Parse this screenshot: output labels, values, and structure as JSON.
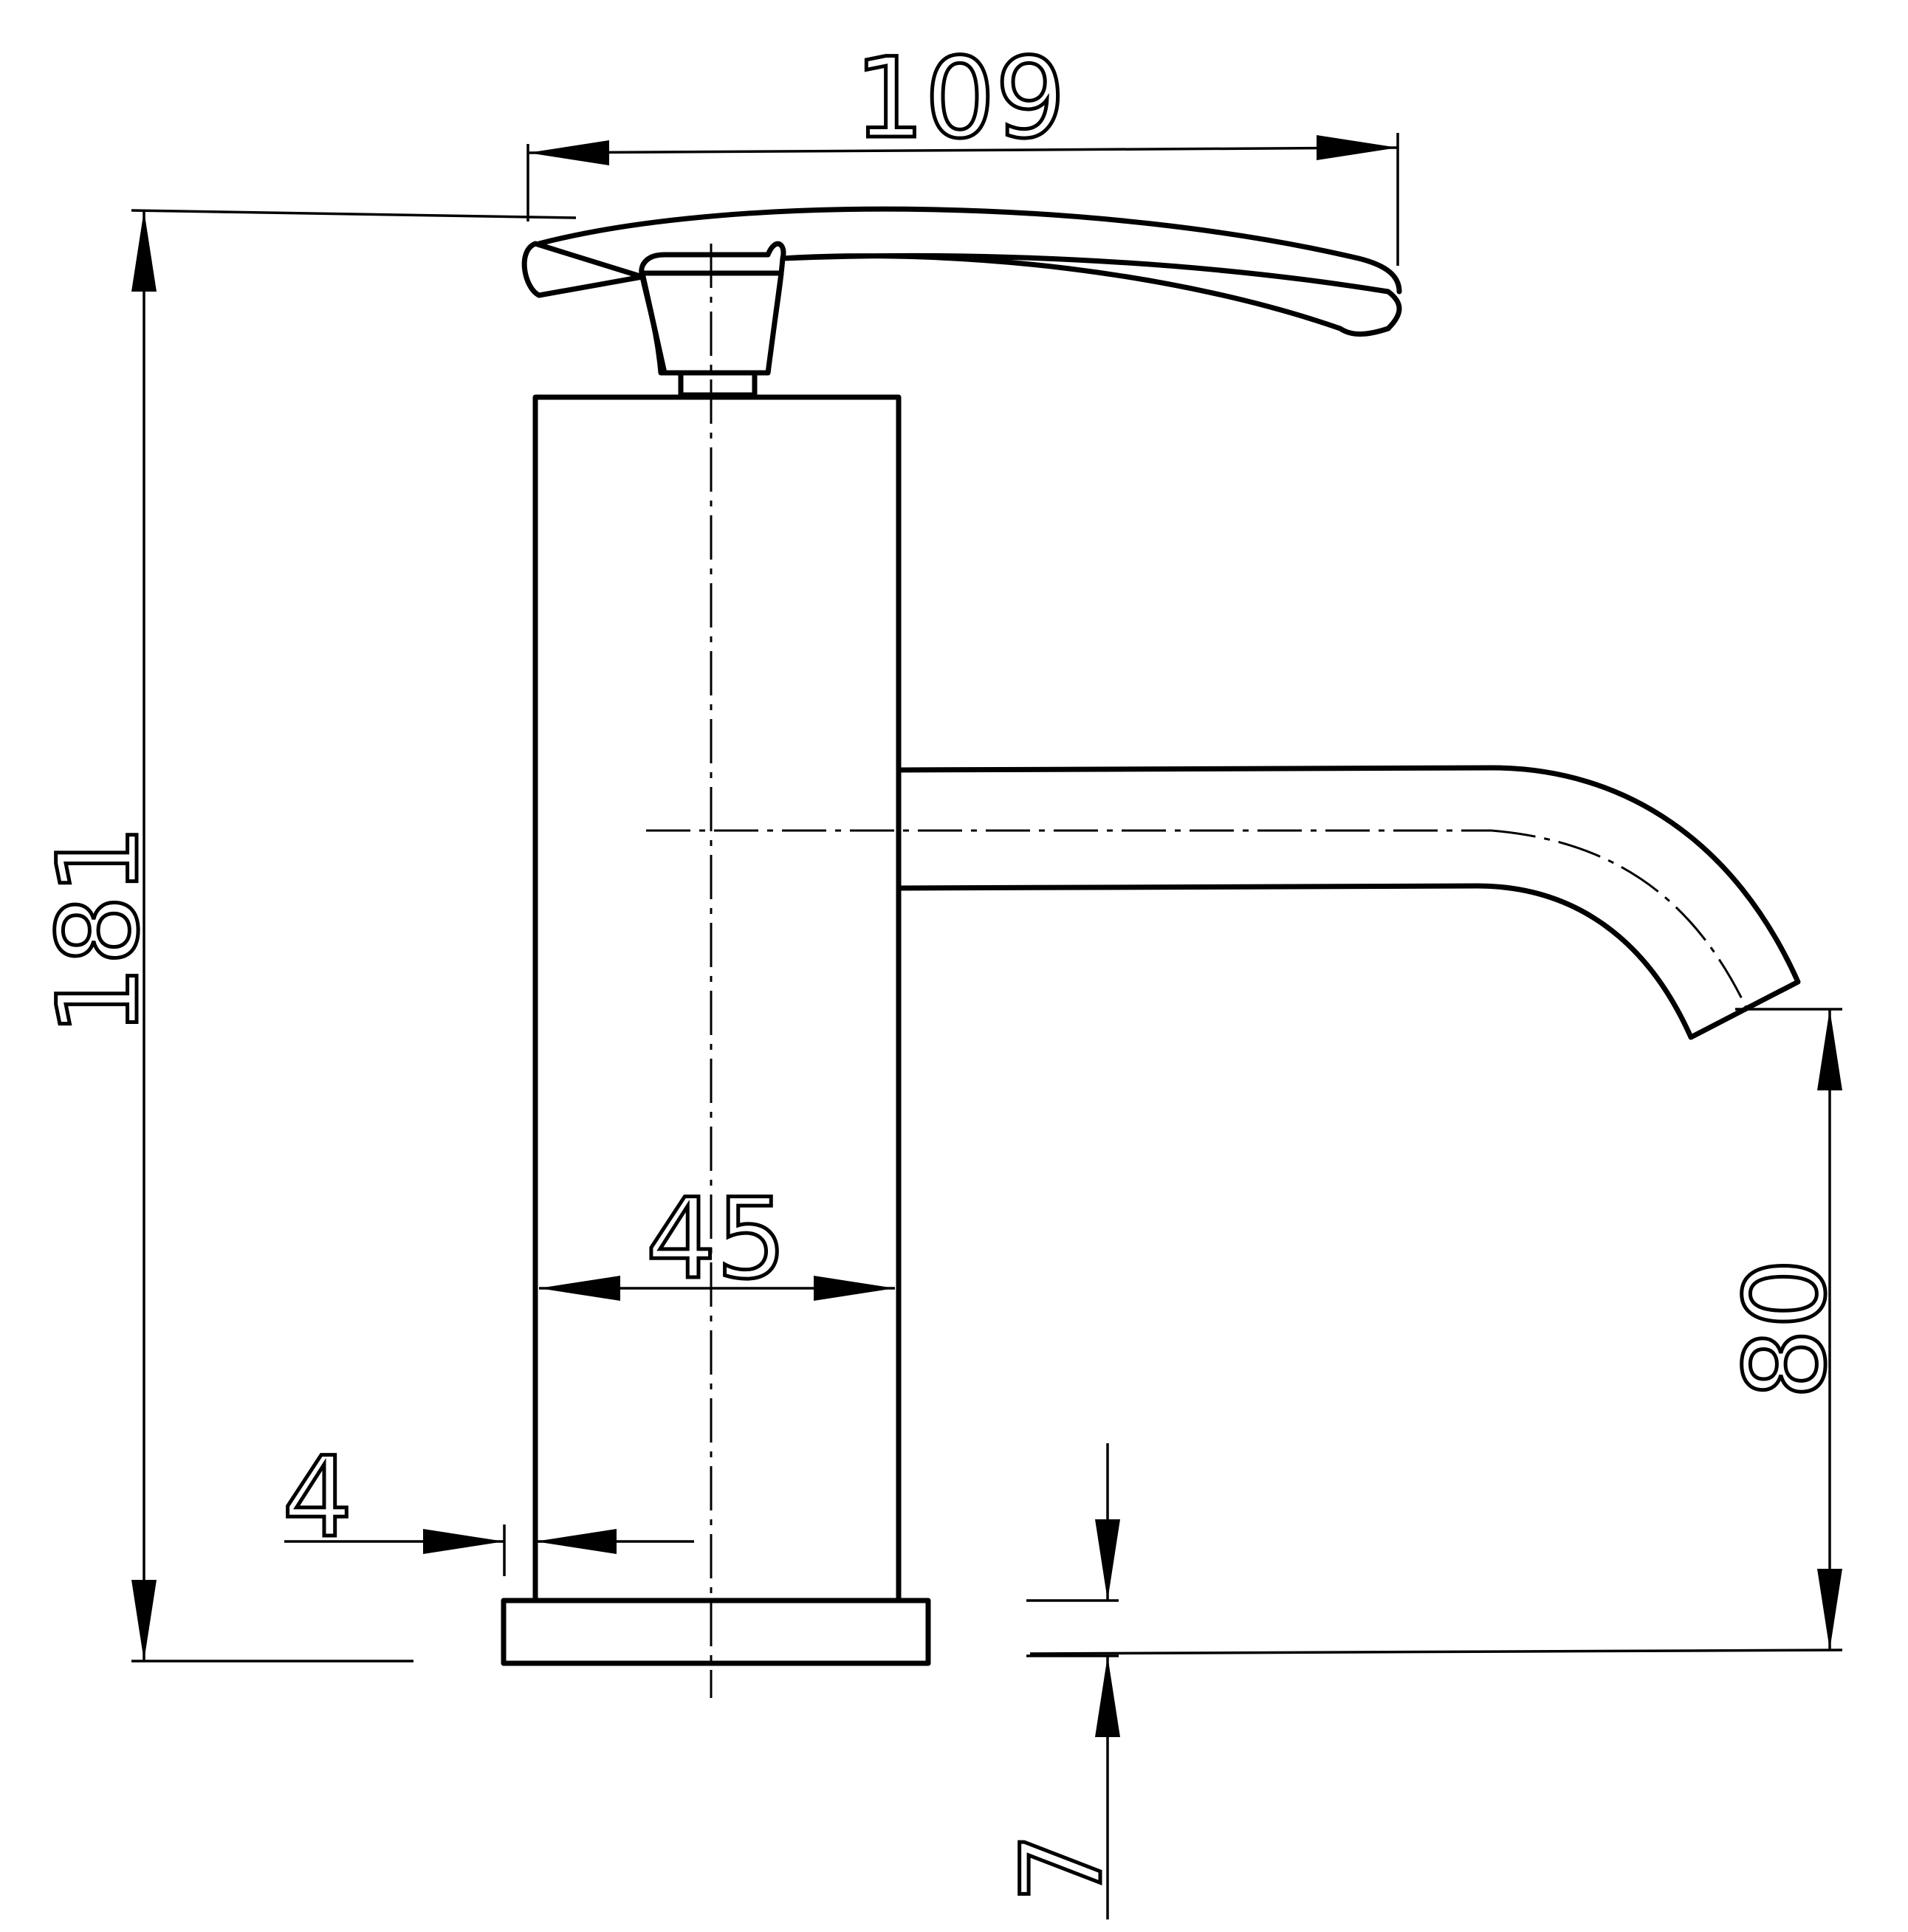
{
  "dimensions": {
    "handle_width": "109",
    "overall_height": "181",
    "spout_height": "80",
    "body_diameter": "45",
    "wall_offset": "4",
    "base_thickness": "7"
  },
  "colors": {
    "line": "#000000",
    "background": "#ffffff"
  }
}
